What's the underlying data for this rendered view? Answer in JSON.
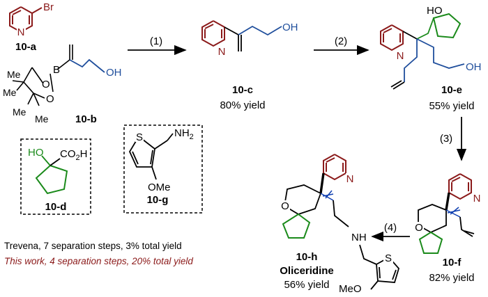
{
  "colors": {
    "pyridine": "#8b1a1a",
    "boronate": "#000000",
    "hydroxyl_chain": "#1f4e9c",
    "cyclopentane": "#1a8a1a",
    "footer_this_work": "#8b1a1a",
    "black": "#000000"
  },
  "reagents": {
    "a": {
      "label": "10-a",
      "atom_N": "N",
      "atom_Br": "Br"
    },
    "b": {
      "label": "10-b",
      "atom_B": "B",
      "atom_O": "O",
      "atom_O2": "O",
      "atom_OH": "OH",
      "me": "Me"
    },
    "d": {
      "label": "10-d",
      "atom_HO": "HO",
      "acid": "CO",
      "acid_sub": "2",
      "acid_h": "H"
    },
    "g": {
      "label": "10-g",
      "atom_S": "S",
      "amine": "NH",
      "amine_sub": "2",
      "ome": "OMe"
    }
  },
  "steps": {
    "s1": "(1)",
    "s2": "(2)",
    "s3": "(3)",
    "s4": "(4)"
  },
  "products": {
    "c": {
      "label": "10-c",
      "yield": "80% yield",
      "atom_N": "N",
      "atom_OH": "OH"
    },
    "e": {
      "label": "10-e",
      "yield": "55% yield",
      "atom_N": "N",
      "atom_HO": "HO",
      "atom_OH": "OH"
    },
    "f": {
      "label": "10-f",
      "yield": "82% yield",
      "atom_N": "N",
      "atom_O": "O"
    },
    "h": {
      "label": "10-h",
      "name": "Oliceridine",
      "yield": "56% yield",
      "atom_N": "N",
      "atom_O": "O",
      "atom_NH": "NH",
      "atom_S": "S",
      "ome": "MeO"
    }
  },
  "footer": {
    "trevena": "Trevena,   7 separation steps, 3% total yield",
    "this_work": "This work, 4 separation steps, 20% total yield"
  }
}
